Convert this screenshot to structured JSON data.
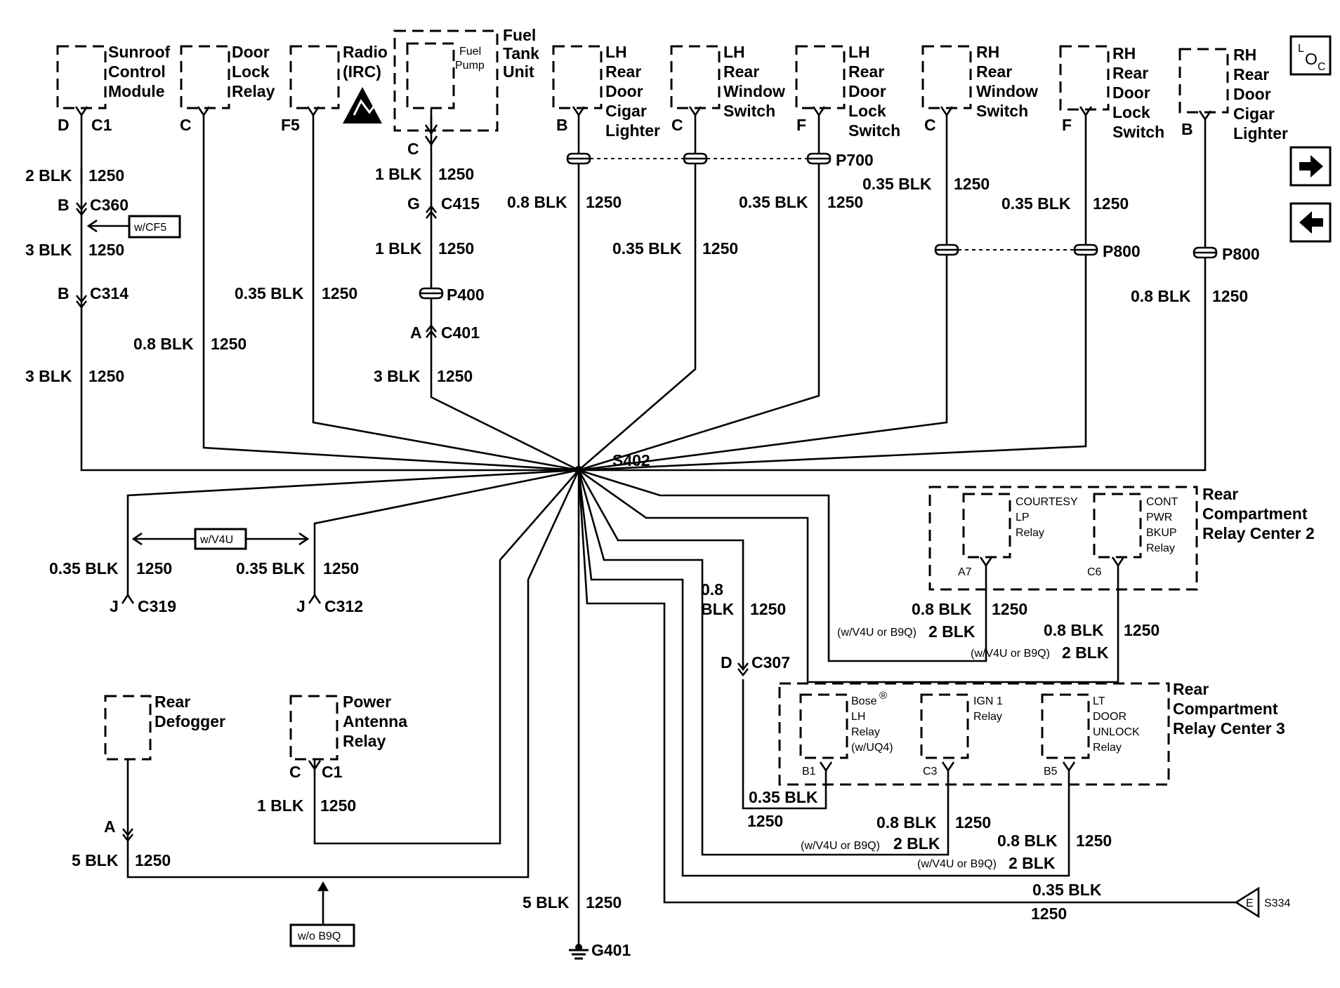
{
  "components": {
    "sunroof": [
      "Sunroof",
      "Control",
      "Module"
    ],
    "door_lock_relay": [
      "Door",
      "Lock",
      "Relay"
    ],
    "radio": [
      "Radio",
      "(IRC)"
    ],
    "fuel_pump": [
      "Fuel",
      "Pump"
    ],
    "fuel_tank": [
      "Fuel",
      "Tank",
      "Unit"
    ],
    "lh_cigar": [
      "LH",
      "Rear",
      "Door",
      "Cigar",
      "Lighter"
    ],
    "lh_window": [
      "LH",
      "Rear",
      "Window",
      "Switch"
    ],
    "lh_lock": [
      "LH",
      "Rear",
      "Door",
      "Lock",
      "Switch"
    ],
    "rh_window": [
      "RH",
      "Rear",
      "Window",
      "Switch"
    ],
    "rh_lock": [
      "RH",
      "Rear",
      "Door",
      "Lock",
      "Switch"
    ],
    "rh_cigar": [
      "RH",
      "Rear",
      "Door",
      "Cigar",
      "Lighter"
    ],
    "rear_defogger": [
      "Rear",
      "Defogger"
    ],
    "power_antenna": [
      "Power",
      "Antenna",
      "Relay"
    ],
    "rc2": [
      "Rear",
      "Compartment",
      "Relay Center 2"
    ],
    "courtesy": [
      "COURTESY",
      "LP",
      "Relay"
    ],
    "cont_pwr": [
      "CONT",
      "PWR",
      "BKUP",
      "Relay"
    ],
    "rc3": [
      "Rear",
      "Compartment",
      "Relay Center 3"
    ],
    "bose": [
      "Bose",
      "LH",
      "Relay",
      "(w/UQ4)"
    ],
    "ign1": [
      "IGN 1",
      "Relay"
    ],
    "lt_door": [
      "LT",
      "DOOR",
      "UNLOCK",
      "Relay"
    ]
  },
  "pins": {
    "sunroof": [
      "D",
      "C1"
    ],
    "door_lock": "C",
    "radio": "F5",
    "fuel": "C",
    "lh_cigar": "B",
    "lh_window": "C",
    "lh_lock": "F",
    "rh_window": "C",
    "rh_lock": "F",
    "rh_cigar": "B",
    "power_antenna": [
      "C",
      "C1"
    ],
    "defogger": "A",
    "courtesy": "A7",
    "cont_pwr": "C6",
    "bose": "B1",
    "ign1": "C3",
    "lt_door": "B5"
  },
  "connectors": {
    "c360": [
      "B",
      "C360"
    ],
    "c314": [
      "B",
      "C314"
    ],
    "c415": [
      "G",
      "C415"
    ],
    "c401": [
      "A",
      "C401"
    ],
    "p400": "P400",
    "p700": "P700",
    "p800a": "P800",
    "p800b": "P800",
    "c319": [
      "J",
      "C319"
    ],
    "c312": [
      "J",
      "C312"
    ],
    "c307": [
      "D",
      "C307"
    ],
    "s402": "S402",
    "g401": "G401",
    "s334": [
      "E",
      "S334"
    ]
  },
  "wires": {
    "w1": [
      "2 BLK",
      "1250"
    ],
    "w2": [
      "3 BLK",
      "1250"
    ],
    "w3": [
      "3 BLK",
      "1250"
    ],
    "w4": [
      "0.8 BLK",
      "1250"
    ],
    "w5": [
      "0.35 BLK",
      "1250"
    ],
    "w6": [
      "1 BLK",
      "1250"
    ],
    "w7": [
      "1 BLK",
      "1250"
    ],
    "w8": [
      "3 BLK",
      "1250"
    ],
    "w9": [
      "0.8 BLK",
      "1250"
    ],
    "w10": [
      "0.35 BLK",
      "1250"
    ],
    "w11": [
      "0.35 BLK",
      "1250"
    ],
    "w12": [
      "0.35 BLK",
      "1250"
    ],
    "w13": [
      "0.35 BLK",
      "1250"
    ],
    "w14": [
      "0.8 BLK",
      "1250"
    ],
    "w15": [
      "0.35 BLK",
      "1250"
    ],
    "w16": [
      "0.35 BLK",
      "1250"
    ],
    "w17": [
      "0.8",
      "BLK",
      "1250"
    ],
    "w18": [
      "0.8 BLK",
      "1250",
      "(w/V4U or B9Q)",
      "2 BLK"
    ],
    "w19": [
      "0.8 BLK",
      "1250",
      "(w/V4U or B9Q)",
      "2 BLK"
    ],
    "w20": [
      "0.35 BLK",
      "1250"
    ],
    "w21": [
      "0.8 BLK",
      "1250",
      "(w/V4U or B9Q)",
      "2 BLK"
    ],
    "w22": [
      "0.8 BLK",
      "1250",
      "(w/V4U or B9Q)",
      "2 BLK"
    ],
    "w23": [
      "0.35 BLK",
      "1250"
    ],
    "w24": [
      "1 BLK",
      "1250"
    ],
    "w25": [
      "5 BLK",
      "1250"
    ],
    "w26": [
      "5 BLK",
      "1250"
    ]
  },
  "options": {
    "cf5": "w/CF5",
    "v4u": "w/V4U",
    "b9q": "w/o B9Q"
  },
  "nav": {
    "loc_icon": "L/O/C",
    "next_icon": "right-arrow",
    "prev_icon": "left-arrow"
  }
}
